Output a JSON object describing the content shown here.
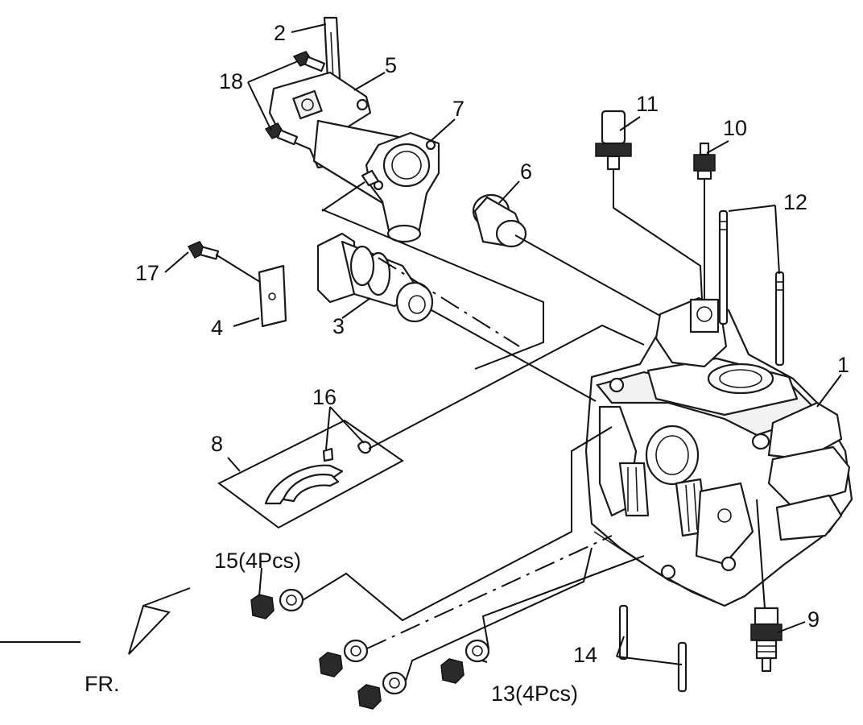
{
  "callouts": {
    "c1": "1",
    "c2": "2",
    "c3": "3",
    "c4": "4",
    "c5": "5",
    "c6": "6",
    "c7": "7",
    "c8": "8",
    "c9": "9",
    "c10": "10",
    "c11": "11",
    "c12": "12",
    "c13": "13(4Pcs)",
    "c14": "14",
    "c15": "15(4Pcs)",
    "c16": "16",
    "c17": "17",
    "c18": "18"
  },
  "direction_label": "FR."
}
